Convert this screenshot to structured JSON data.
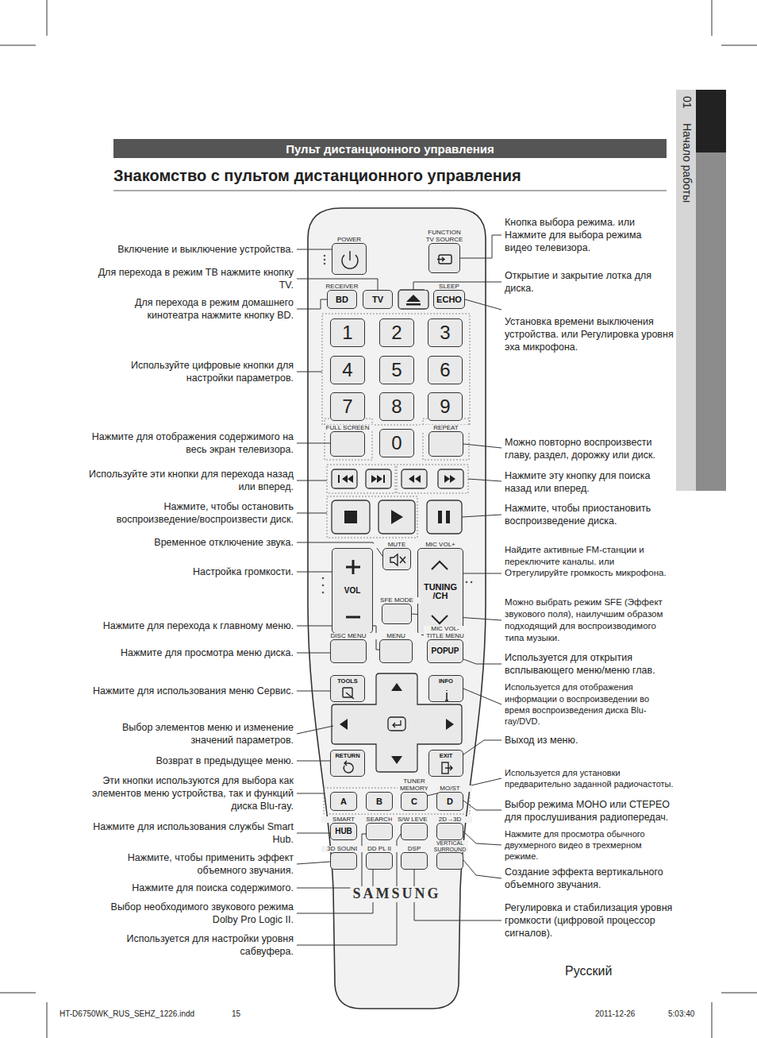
{
  "diagram": {
    "title": "Знакомство с пультом дистанционного управления",
    "nodes": [
      {
        "text": [
          "Пульт дистанционного управления"
        ]
      },
      {
        "text": [
          "01",
          "Начало работы"
        ]
      },
      {
        "text": [
          "SAMSUNG"
        ]
      },
      {
        "text": [
          "POWER"
        ],
        "in": 2
      },
      {
        "text": [
          "FUNCTION TV SOURCE"
        ],
        "in": 2
      },
      {
        "text": [
          "RECEIVER",
          "BD"
        ],
        "in": 2
      },
      {
        "text": [
          "TV"
        ],
        "in": 2
      },
      {
        "text": [
          "SLEEP",
          "ECHO"
        ],
        "in": 2
      },
      {
        "text": [
          "1"
        ],
        "in": 2
      },
      {
        "text": [
          "2"
        ],
        "in": 2
      },
      {
        "text": [
          "3"
        ],
        "in": 2
      },
      {
        "text": [
          "4"
        ],
        "in": 2
      },
      {
        "text": [
          "5"
        ],
        "in": 2
      },
      {
        "text": [
          "6"
        ],
        "in": 2
      },
      {
        "text": [
          "7"
        ],
        "in": 2
      },
      {
        "text": [
          "8"
        ],
        "in": 2
      },
      {
        "text": [
          "9"
        ],
        "in": 2
      },
      {
        "text": [
          "FULL SCREEN"
        ],
        "in": 2
      },
      {
        "text": [
          "0"
        ],
        "in": 2
      },
      {
        "text": [
          "REPEAT"
        ],
        "in": 2
      },
      {
        "text": [
          "MUTE"
        ],
        "in": 2
      },
      {
        "text": [
          "VOL"
        ],
        "in": 2
      },
      {
        "text": [
          "MIC VOL+",
          "TUNING /CH"
        ],
        "in": 2
      },
      {
        "text": [
          "SFE MODE"
        ],
        "in": 2
      },
      {
        "text": [
          "DISC MENU"
        ],
        "in": 2
      },
      {
        "text": [
          "MENU"
        ],
        "in": 2
      },
      {
        "text": [
          "MIC VOL- TITLE MENU",
          "POPUP"
        ],
        "in": 2
      },
      {
        "text": [
          "TOOLS"
        ],
        "in": 2
      },
      {
        "text": [
          "INFO"
        ],
        "in": 2
      },
      {
        "text": [
          "RETURN"
        ],
        "in": 2
      },
      {
        "text": [
          "EXIT"
        ],
        "in": 2
      },
      {
        "text": [
          "A"
        ],
        "in": 2
      },
      {
        "text": [
          "B"
        ],
        "in": 2
      },
      {
        "text": [
          "TUNER MEMORY",
          "C"
        ],
        "in": 2
      },
      {
        "text": [
          "MO/ST",
          "D"
        ],
        "in": 2
      },
      {
        "text": [
          "SMART",
          "HUB"
        ],
        "in": 2
      },
      {
        "text": [
          "SEARCH"
        ],
        "in": 2
      },
      {
        "text": [
          "S/W LEVEL"
        ],
        "in": 2
      },
      {
        "text": [
          "2D→3D"
        ],
        "in": 2
      },
      {
        "text": [
          "3D SOUND"
        ],
        "in": 2
      },
      {
        "text": [
          "DD PL II"
        ],
        "in": 2
      },
      {
        "text": [
          "DSP"
        ],
        "in": 2
      },
      {
        "text": [
          "VERTICAL SURROUND"
        ],
        "in": 2
      }
    ],
    "labels": [
      "Включение и выключение устройства.",
      "Для перехода в режим ТВ нажмите кнопку TV.",
      "Для перехода в режим домашнего кинотеатра нажмите кнопку BD.",
      "Используйте цифровые кнопки для настройки параметров.",
      "Нажмите для отображения содержимого на весь экран телевизора.",
      "Используйте эти кнопки для перехода назад или вперед.",
      "Нажмите, чтобы остановить воспроизведение/воспроизвести диск.",
      "Временное отключение звука.",
      "Настройка громкости.",
      "Нажмите для перехода к главному меню.",
      "Нажмите для просмотра меню диска.",
      "Нажмите для использования меню Сервис.",
      "Выбор элементов меню и изменение значений параметров.",
      "Возврат в предыдущее меню.",
      "Эти кнопки используются для выбора как элементов меню устройства, так и функций диска Blu-ray.",
      "Нажмите для использования службы Smart Hub.",
      "Нажмите, чтобы применить эффект объемного звучания.",
      "Нажмите для поиска содержимого.",
      "Выбор необходимого звукового режима Dolby Pro Logic II.",
      "Используется для настройки уровня сабвуфера.",
      "Кнопка выбора режима. или Нажмите для выбора режима видео телевизора.",
      "Открытие и закрытие лотка для диска.",
      "Установка времени выключения устройства. или Регулировка уровня эха микрофона.",
      "Можно повторно воспроизвести главу, раздел, дорожку или диск.",
      "Нажмите эту кнопку для поиска назад или вперед.",
      "Нажмите, чтобы приостановить воспроизведение диска.",
      "Найдите активные FM-станции и переключите каналы. или Отрегулируйте громкость микрофона.",
      "Можно выбрать режим SFE (Эффект звукового поля), наилучшим образом подходящий для воспроизводимого типа музыки.",
      "Используется для открытия всплывающего меню/меню глав.",
      "Используется для отображения информации о воспроизведении во время воспроизведения диска Blu-ray/DVD.",
      "Выход из меню.",
      "Используется для установки предварительно заданной радиочастоты.",
      "Выбор режима МОНО или СТЕРЕО для прослушивания радиопередач.",
      "Нажмите для просмотра обычного двухмерного видео в трехмерном режиме.",
      "Создание эффекта вертикального объемного звучания.",
      "Регулировка и стабилизация уровня громкости (цифровой процессор сигналов).",
      "Русский",
      "HT-D6750WK_RUS_SEHZ_1226.indd",
      "15",
      "2011-12-26",
      "5:03:40"
    ]
  }
}
